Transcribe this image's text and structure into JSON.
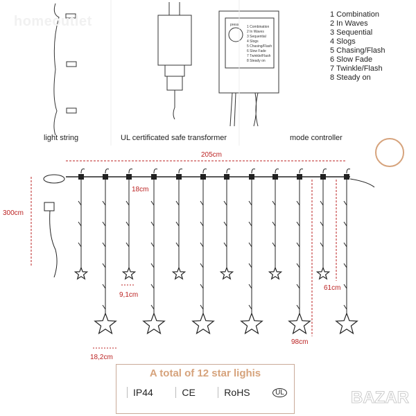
{
  "watermark": "homeoutlet",
  "captions": {
    "light_string": "light string",
    "transformer": "UL certificated safe transformer",
    "controller": "mode controller"
  },
  "controller_label": "press",
  "modes": [
    "1 Combination",
    "2 In Waves",
    "3 Sequential",
    "4 Slogs",
    "5 Chasing/Flash",
    "6 Slow Fade",
    "7 Twinkle/Flash",
    "8 Steady on"
  ],
  "dimensions": {
    "width": "205cm",
    "spacing": "18cm",
    "height": "300cm",
    "small_star": "9,1cm",
    "short_drop": "61cm",
    "long_drop": "98cm",
    "big_star": "18,2cm"
  },
  "summary": {
    "title": "A total of 12 star lighis",
    "certs": [
      "IP44",
      "CE",
      "RoHS",
      "UL"
    ]
  },
  "bazar": "BAZAR",
  "colors": {
    "dimension": "#b22222",
    "title": "#d6a37c",
    "line": "#222222"
  }
}
